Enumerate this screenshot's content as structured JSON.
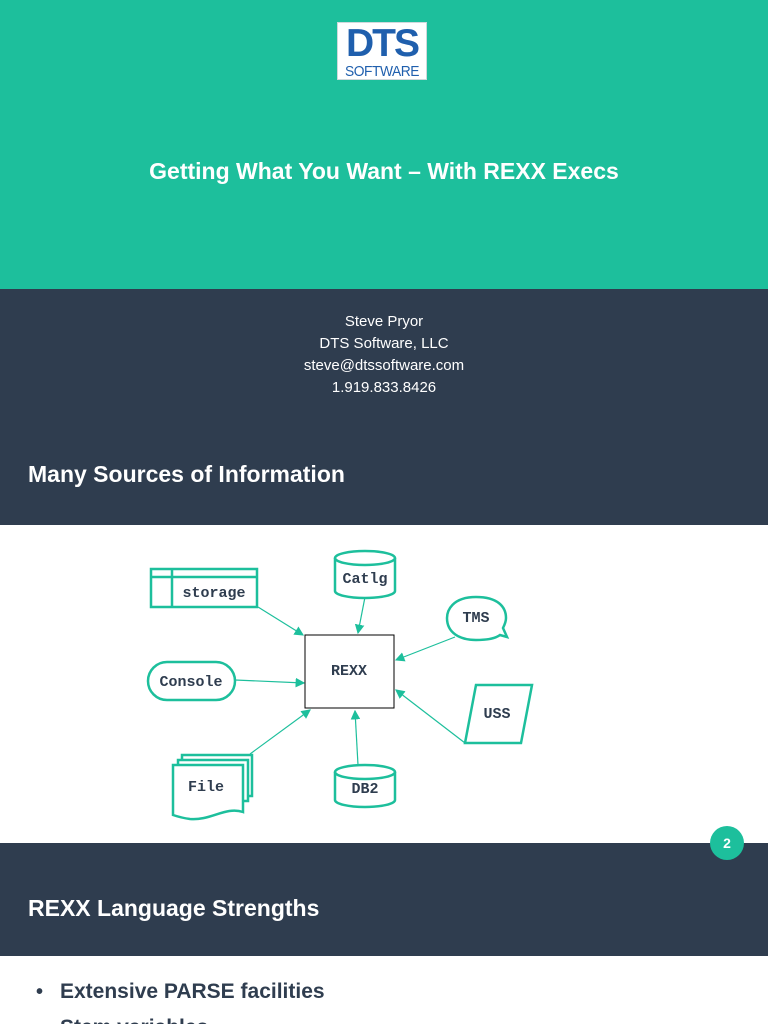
{
  "slide1": {
    "logo": {
      "main": "DTS",
      "sub": "SOFTWARE",
      "color": "#1f5fad"
    },
    "title": "Getting What You Want – With REXX Execs",
    "author_lines": [
      "Steve Pryor",
      "DTS Software, LLC",
      "steve@dtssoftware.com",
      "1.919.833.8426"
    ],
    "band_color": "#1dbf9c",
    "dark_color": "#2f3d4f"
  },
  "slide2": {
    "heading": "Many Sources of Information",
    "diagram": {
      "center": "REXX",
      "sources": [
        "storage",
        "Catlg",
        "TMS",
        "Console",
        "USS",
        "File",
        "DB2"
      ]
    },
    "page_number": "2"
  },
  "slide3": {
    "heading": "REXX Language Strengths",
    "bullets": [
      "Extensive PARSE facilities",
      "Stem variables"
    ]
  }
}
